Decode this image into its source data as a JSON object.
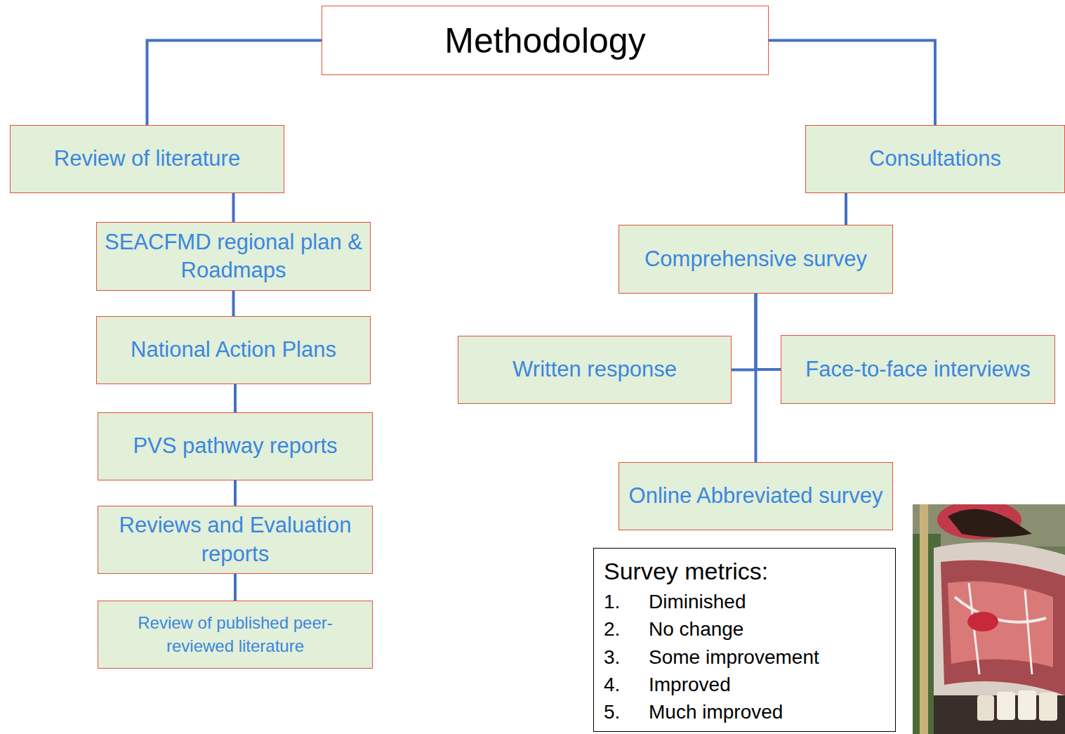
{
  "diagram": {
    "nodes": [
      {
        "text": [
          "Methodology"
        ]
      },
      {
        "text": [
          "Review of literature"
        ]
      },
      {
        "text": [
          "SEACFMD regional plan & Roadmaps"
        ]
      },
      {
        "text": [
          "National Action Plans"
        ]
      },
      {
        "text": [
          "PVS pathway reports"
        ]
      },
      {
        "text": [
          "Reviews and Evaluation reports"
        ]
      },
      {
        "text": [
          "Review of published peer-reviewed literature"
        ]
      },
      {
        "text": [
          "Consultations"
        ]
      },
      {
        "text": [
          "Comprehensive survey"
        ]
      },
      {
        "text": [
          "Written response"
        ]
      },
      {
        "text": [
          "Face-to-face interviews"
        ]
      },
      {
        "text": [
          "Online Abbreviated survey"
        ]
      },
      {
        "text": [
          "Survey metrics:",
          "1.",
          "Diminished",
          "2.",
          "No change",
          "3.",
          "Some improvement",
          "4.",
          "Improved",
          "5.",
          "Much improved"
        ]
      }
    ],
    "edges": [
      {
        "from": 0,
        "to": 1,
        "arrow": "none"
      },
      {
        "from": 0,
        "to": 7,
        "arrow": "none"
      },
      {
        "from": 1,
        "to": 2,
        "arrow": "none"
      },
      {
        "from": 2,
        "to": 3,
        "arrow": "none"
      },
      {
        "from": 3,
        "to": 4,
        "arrow": "none"
      },
      {
        "from": 4,
        "to": 5,
        "arrow": "none"
      },
      {
        "from": 5,
        "to": 6,
        "arrow": "none"
      },
      {
        "from": 7,
        "to": 8,
        "arrow": "none"
      },
      {
        "from": 8,
        "to": 9,
        "arrow": "none"
      },
      {
        "from": 8,
        "to": 10,
        "arrow": "none"
      },
      {
        "from": 8,
        "to": 11,
        "arrow": "none"
      }
    ]
  }
}
